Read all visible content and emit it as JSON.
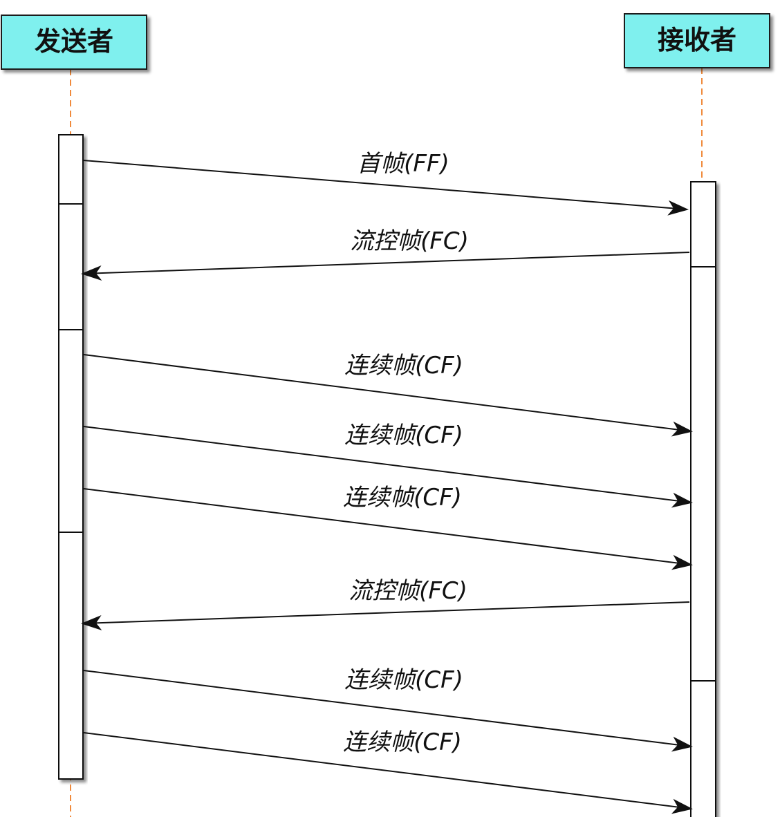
{
  "actors": {
    "sender": "发送者",
    "receiver": "接收者"
  },
  "messages": [
    {
      "label": "首帧(FF)",
      "direction": "sender-to-receiver"
    },
    {
      "label": "流控帧(FC)",
      "direction": "receiver-to-sender"
    },
    {
      "label": "连续帧(CF)",
      "direction": "sender-to-receiver"
    },
    {
      "label": "连续帧(CF)",
      "direction": "sender-to-receiver"
    },
    {
      "label": "连续帧(CF)",
      "direction": "sender-to-receiver"
    },
    {
      "label": "流控帧(FC)",
      "direction": "receiver-to-sender"
    },
    {
      "label": "连续帧(CF)",
      "direction": "sender-to-receiver"
    },
    {
      "label": "连续帧(CF)",
      "direction": "sender-to-receiver"
    }
  ],
  "colors": {
    "actor_fill": "#7ff0ee",
    "actor_stroke": "#1a1a1a",
    "lifeline": "#f08a3c",
    "arrow": "#111111",
    "activation_fill": "#ffffff"
  }
}
